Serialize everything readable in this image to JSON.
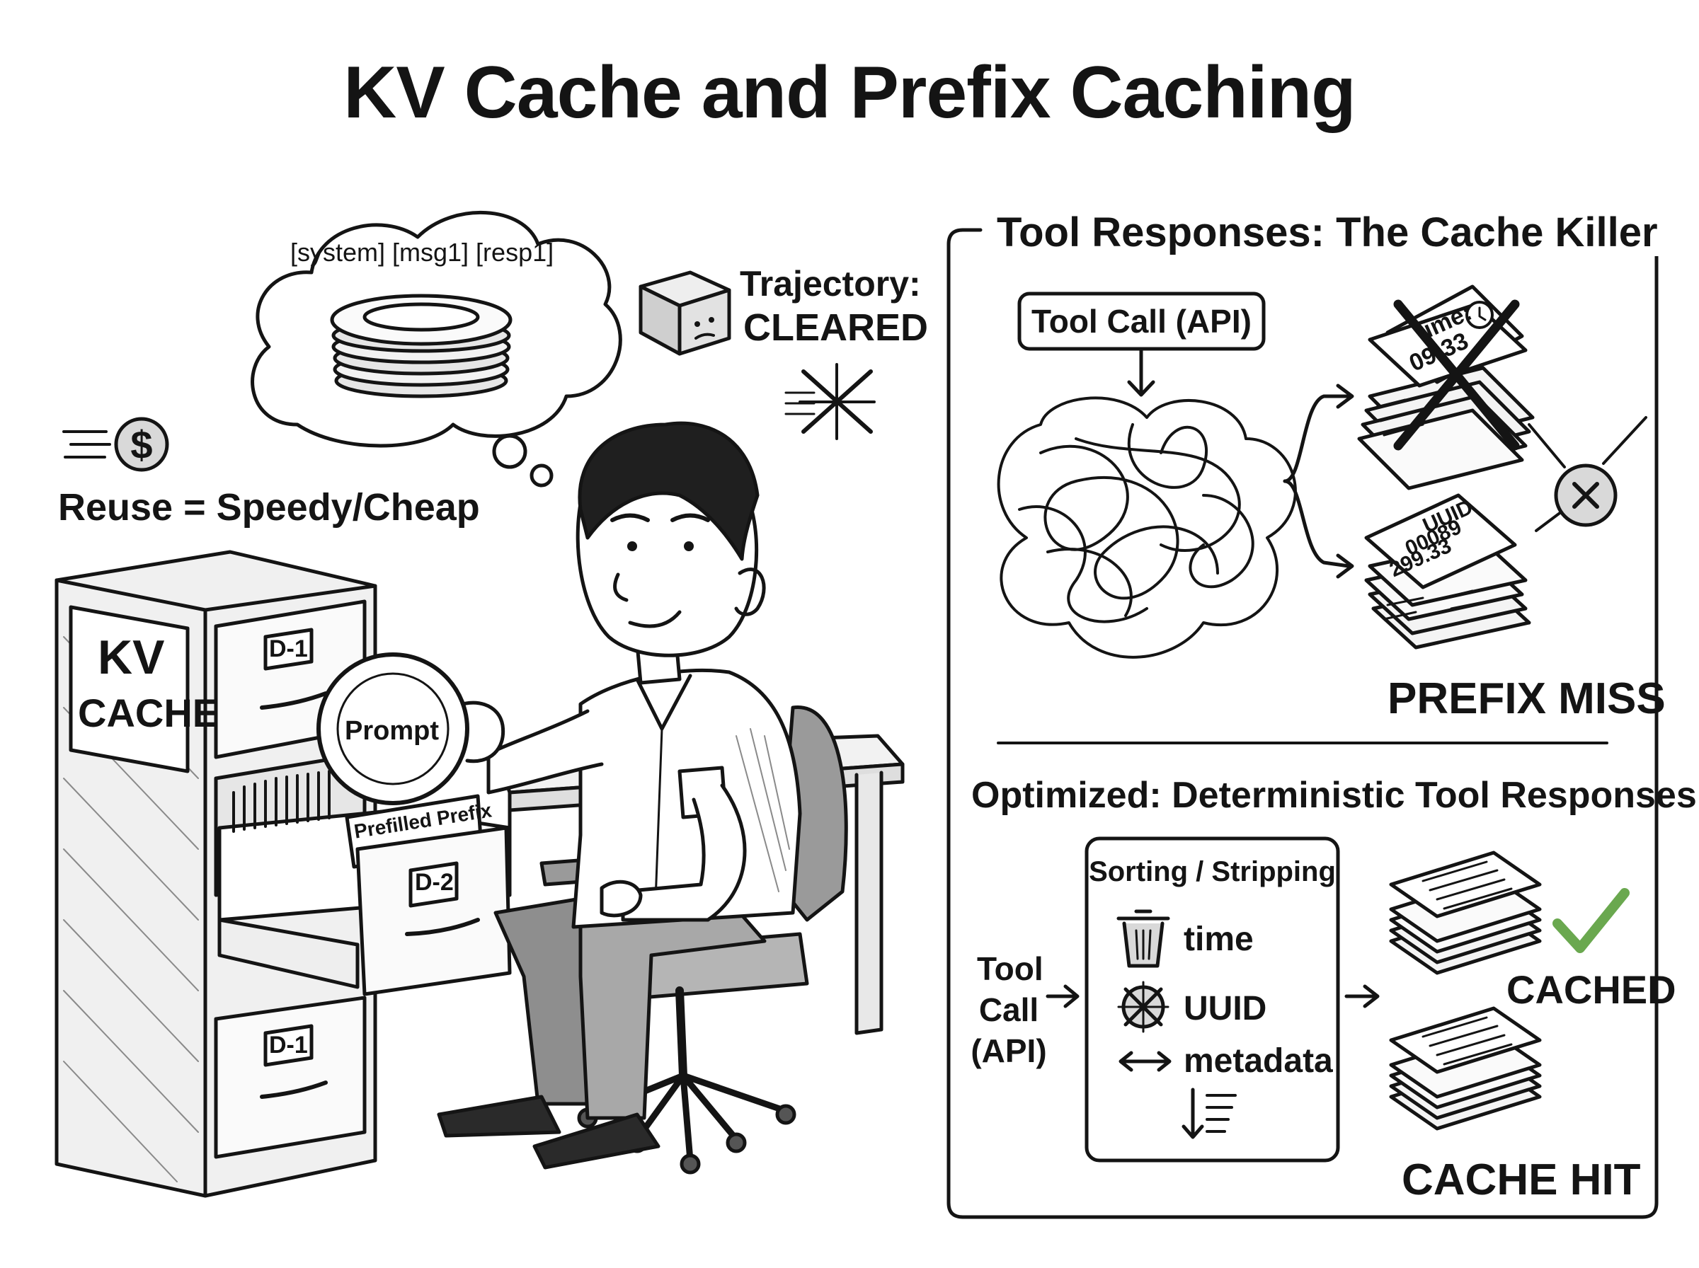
{
  "title": "KV Cache and Prefix Caching",
  "left": {
    "thought_bubble": "[system] [msg1] [resp1]",
    "trajectory_line1": "Trajectory:",
    "trajectory_line2": "CLEARED",
    "reuse": "Reuse = Speedy/Cheap",
    "cabinet_line1": "KV",
    "cabinet_line2": "CACHE",
    "drawer_top": "D-1",
    "drawer_mid": "D-2",
    "drawer_bottom": "D-1",
    "plate_label": "Prompt",
    "folder_label": "Prefilled Prefix"
  },
  "right": {
    "panel_title": "Tool Responses: The Cache Killer",
    "tool_call_top": "Tool Call (API)",
    "doc_time_line1": "time:",
    "doc_time_line2": "09:33",
    "doc_uuid_line1": "UUID",
    "doc_uuid_line2": "00089",
    "doc_uuid_line3": "299.33",
    "prefix_miss": "PREFIX MISS",
    "optimized_title": "Optimized: Deterministic Tool Responses",
    "tool_call_line1": "Tool",
    "tool_call_line2": "Call",
    "tool_call_line3": "(API)",
    "box_title": "Sorting / Stripping",
    "item_time": "time",
    "item_uuid": "UUID",
    "item_metadata": "metadata",
    "cached": "CACHED",
    "cache_hit": "CACHE HIT"
  },
  "colors": {
    "ink": "#141414",
    "check": "#6aa84f",
    "paper": "#ffffff",
    "shade": "#d9d9d9"
  }
}
